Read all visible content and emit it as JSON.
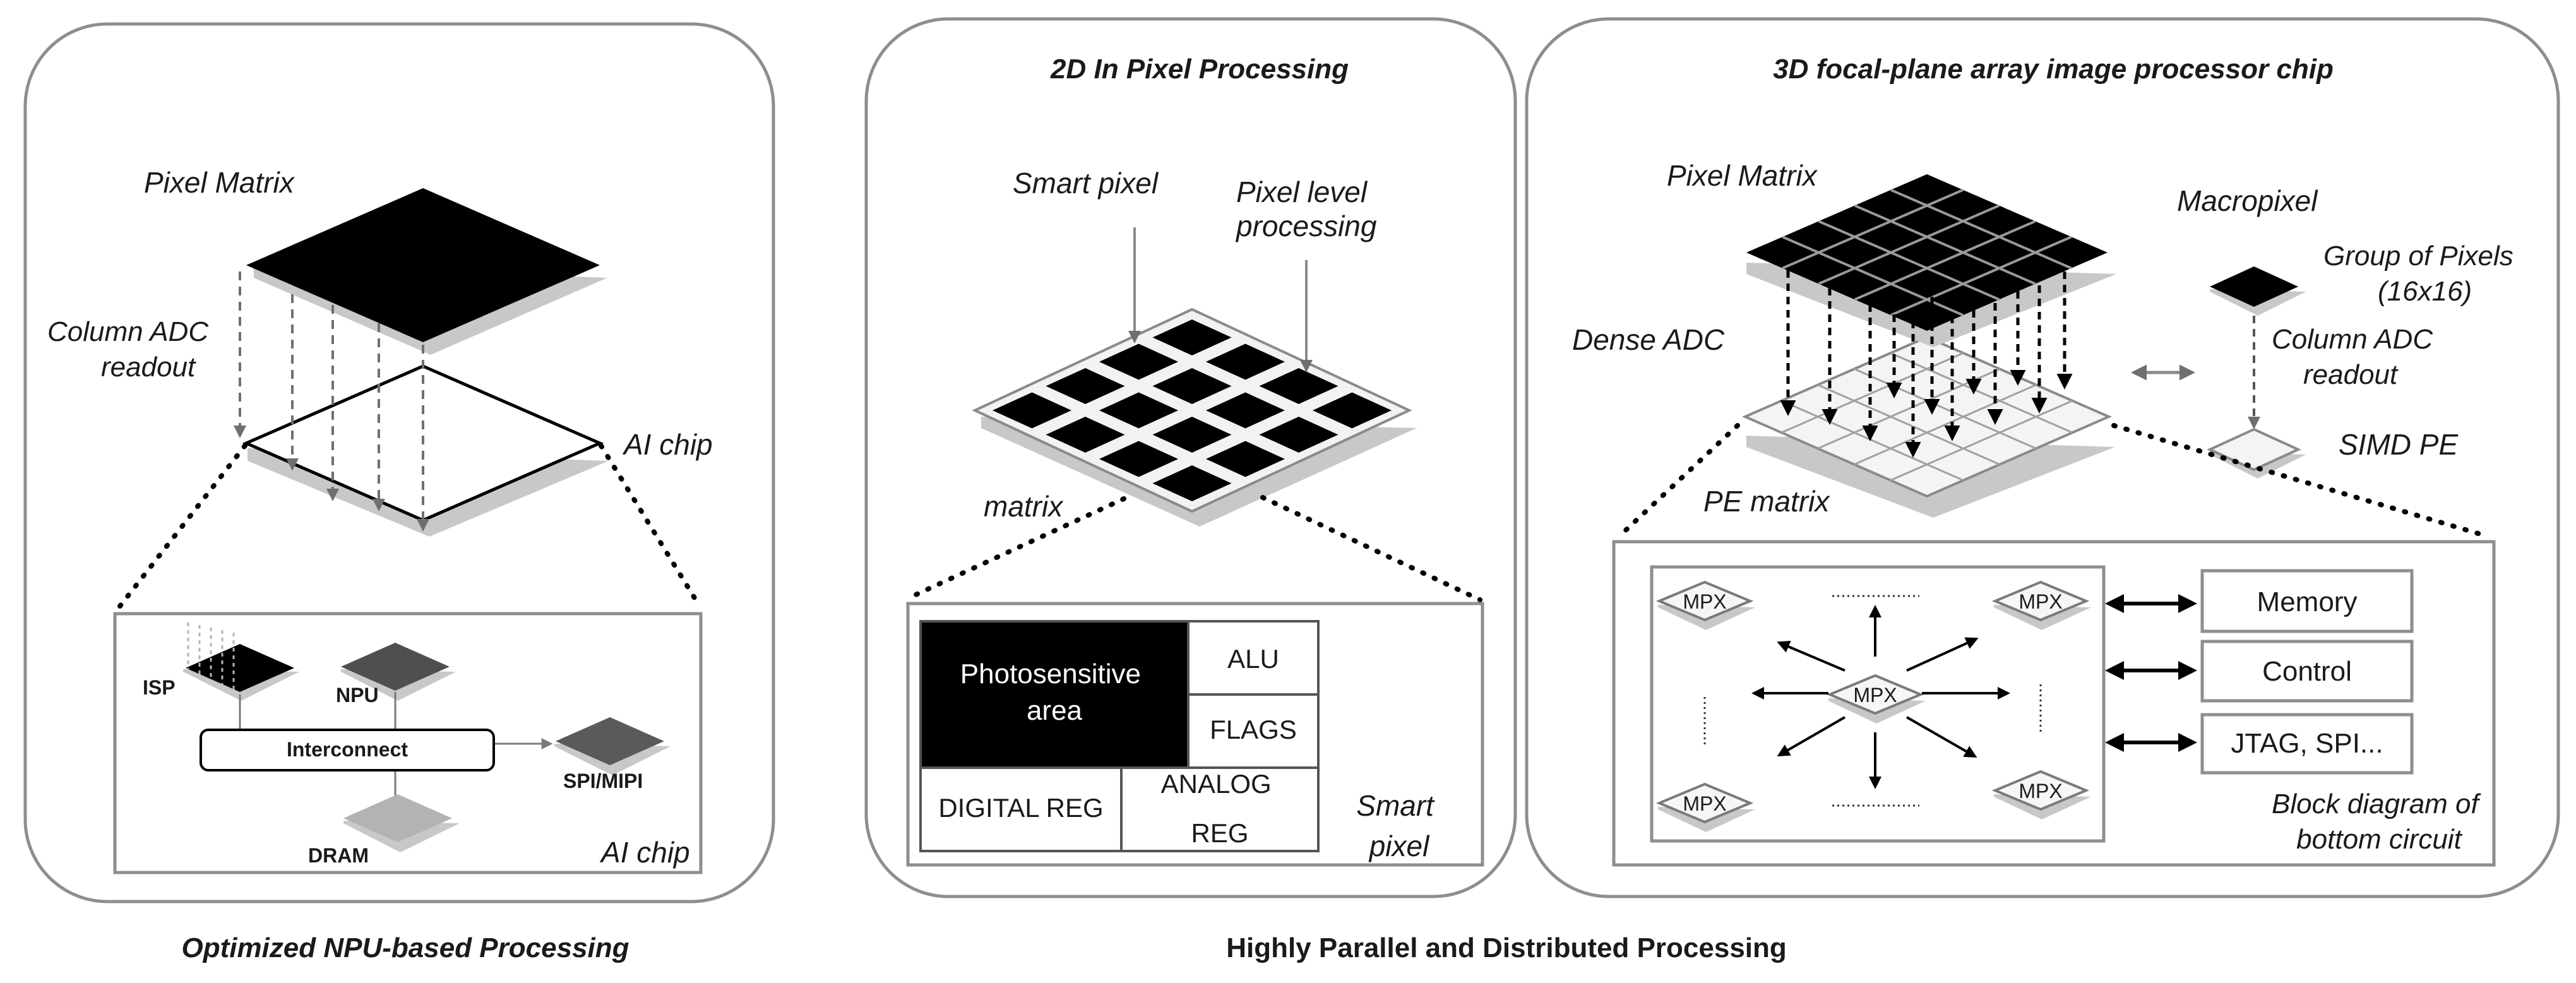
{
  "panels": {
    "npu": {
      "pixel_matrix_label": "Pixel Matrix",
      "column_adc_line1": "Column ADC",
      "column_adc_line2": "readout",
      "ai_chip_label": "AI chip",
      "isp_label": "ISP",
      "npu_label": "NPU",
      "interconnect_label": "Interconnect",
      "spi_mipi_label": "SPI/MIPI",
      "dram_label": "DRAM",
      "ai_chip_box_label": "AI chip"
    },
    "in_pixel": {
      "title": "2D In Pixel Processing",
      "smart_pixel_label": "Smart pixel",
      "pixel_level_line1": "Pixel level",
      "pixel_level_line2": "processing",
      "matrix_label": "matrix",
      "photosensitive_line1": "Photosensitive",
      "photosensitive_line2": "area",
      "alu_label": "ALU",
      "flags_label": "FLAGS",
      "digital_reg_label": "DIGITAL REG",
      "analog_line1": "ANALOG",
      "analog_line2": "REG",
      "smart_pixel_box_line1": "Smart",
      "smart_pixel_box_line2": "pixel"
    },
    "fpa": {
      "title": "3D focal-plane array image processor chip",
      "pixel_matrix_label": "Pixel Matrix",
      "macropixel_label": "Macropixel",
      "group_line1": "Group of Pixels",
      "group_line2": "(16x16)",
      "dense_adc_label": "Dense ADC",
      "column_adc_line1": "Column ADC",
      "column_adc_line2": "readout",
      "simd_pe_label": "SIMD PE",
      "pe_matrix_label": "PE matrix",
      "mpx_label": "MPX",
      "memory_label": "Memory",
      "control_label": "Control",
      "jtag_label": "JTAG, SPI...",
      "block_diag_line1": "Block diagram of",
      "block_diag_line2": "bottom circuit"
    }
  },
  "captions": {
    "left": "Optimized NPU-based Processing",
    "right": "Highly Parallel and Distributed Processing"
  }
}
